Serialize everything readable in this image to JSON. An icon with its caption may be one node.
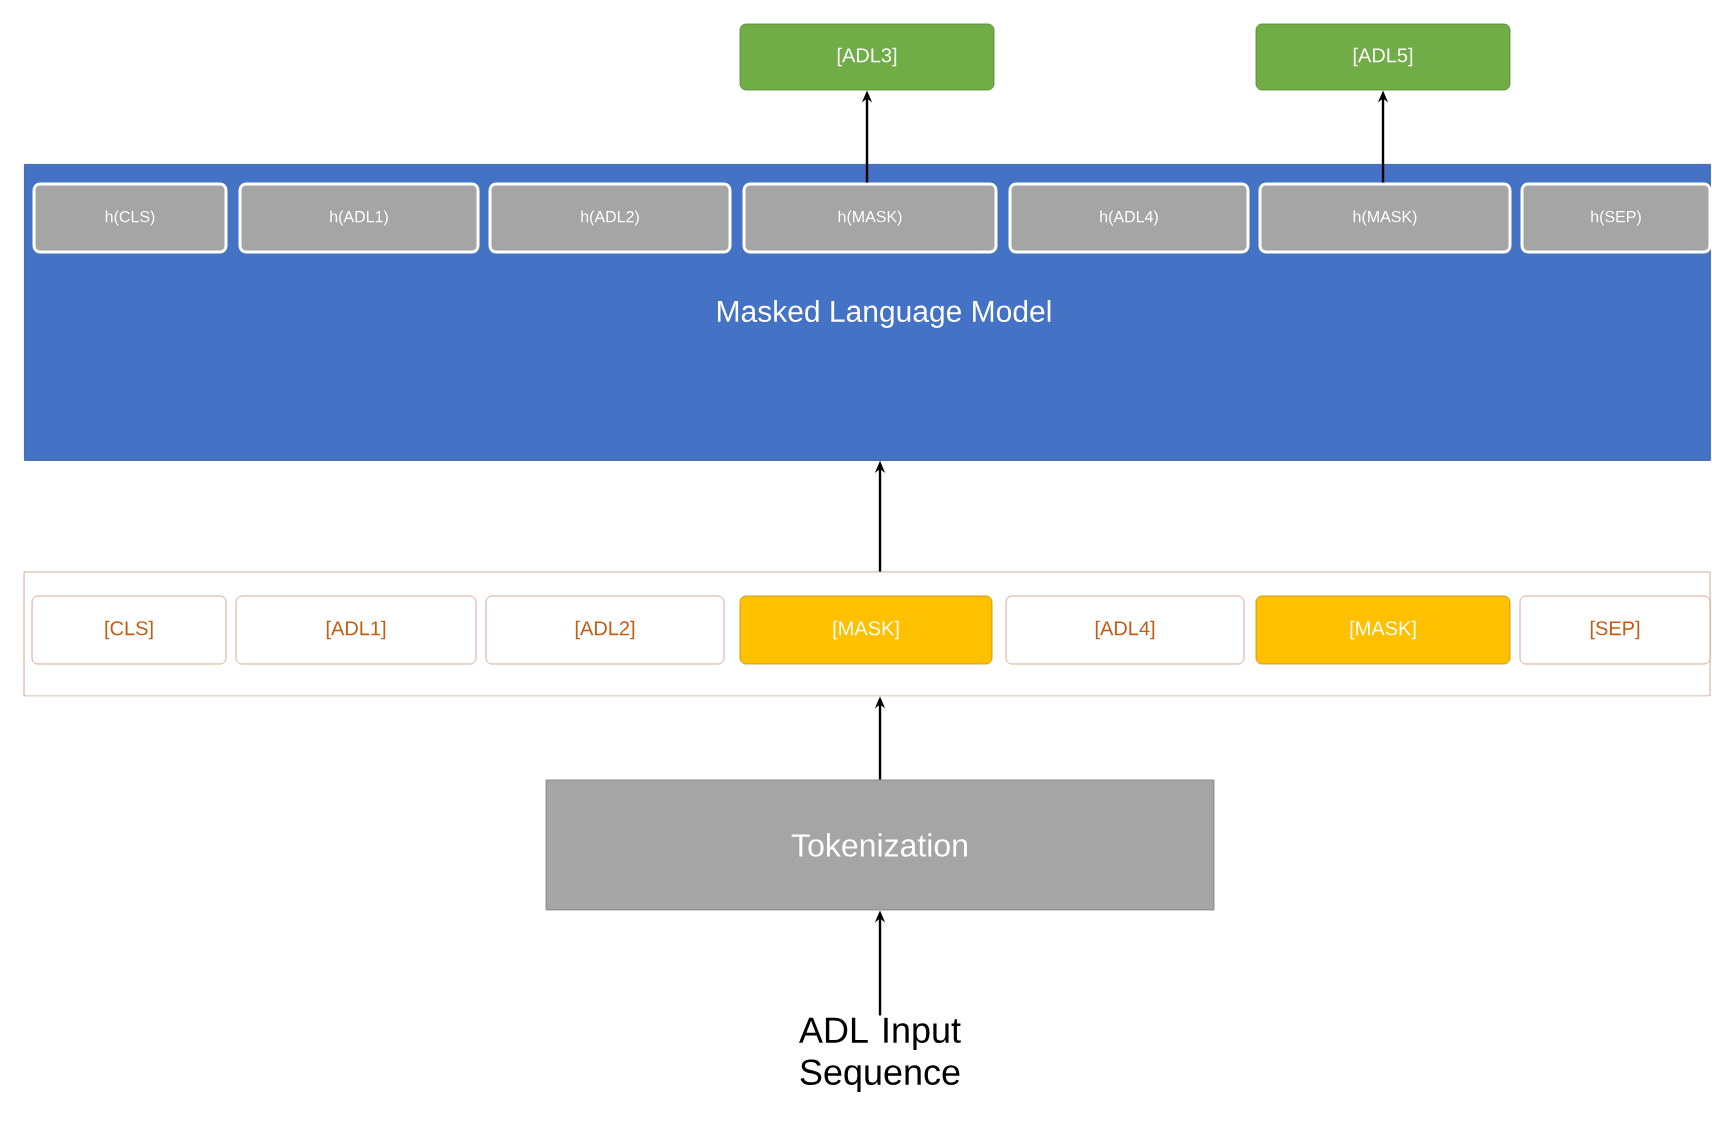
{
  "diagram": {
    "nodes": [
      {
        "text": [
          "Masked Language Model"
        ]
      },
      {
        "text": [
          "h(CLS)"
        ],
        "in": 0
      },
      {
        "text": [
          "h(ADL1)"
        ],
        "in": 0
      },
      {
        "text": [
          "h(ADL2)"
        ],
        "in": 0
      },
      {
        "text": [
          "h(MASK)"
        ],
        "in": 0
      },
      {
        "text": [
          "h(ADL4)"
        ],
        "in": 0
      },
      {
        "text": [
          "h(MASK)"
        ],
        "in": 0
      },
      {
        "text": [
          "h(SEP)"
        ],
        "in": 0
      },
      {
        "text": [
          "[ADL3]"
        ]
      },
      {
        "text": [
          "[ADL5]"
        ]
      },
      {
        "text": [],
        "shape": "box"
      },
      {
        "text": [
          "[CLS]"
        ],
        "in": 10
      },
      {
        "text": [
          "[ADL1]"
        ],
        "in": 10
      },
      {
        "text": [
          "[ADL2]"
        ],
        "in": 10
      },
      {
        "text": [
          "[MASK]"
        ],
        "in": 10
      },
      {
        "text": [
          "[ADL4]"
        ],
        "in": 10
      },
      {
        "text": [
          "[MASK]"
        ],
        "in": 10
      },
      {
        "text": [
          "[SEP]"
        ],
        "in": 10
      },
      {
        "text": [
          "Tokenization"
        ]
      },
      {
        "text": [
          "ADL Input Sequence"
        ]
      }
    ],
    "edges": [
      {
        "from": 4,
        "to": 8,
        "arrow": "to"
      },
      {
        "from": 6,
        "to": 9,
        "arrow": "to"
      },
      {
        "from": 10,
        "to": 0,
        "arrow": "to"
      },
      {
        "from": 18,
        "to": 10,
        "arrow": "to"
      },
      {
        "from": 19,
        "to": 18,
        "arrow": "to"
      }
    ]
  }
}
